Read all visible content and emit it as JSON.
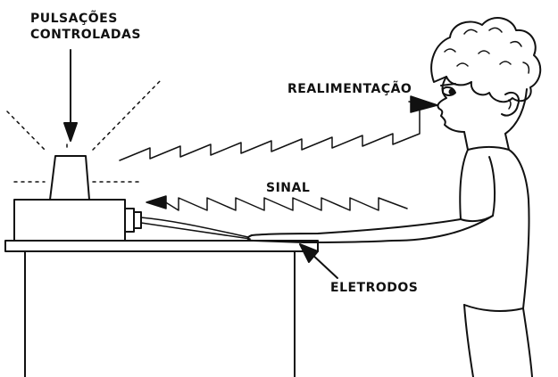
{
  "labels": {
    "pulsacoes_line1": "PULSAÇÕES",
    "pulsacoes_line2": "CONTROLADAS",
    "realimentacao": "REALIMENTAÇÃO",
    "sinal": "SINAL",
    "eletrodos": "ELETRODOS"
  },
  "colors": {
    "ink": "#111111",
    "paper": "#ffffff"
  },
  "icons": {
    "lamp": "lamp-icon",
    "instrument": "instrument-box-icon",
    "person": "person-icon"
  }
}
